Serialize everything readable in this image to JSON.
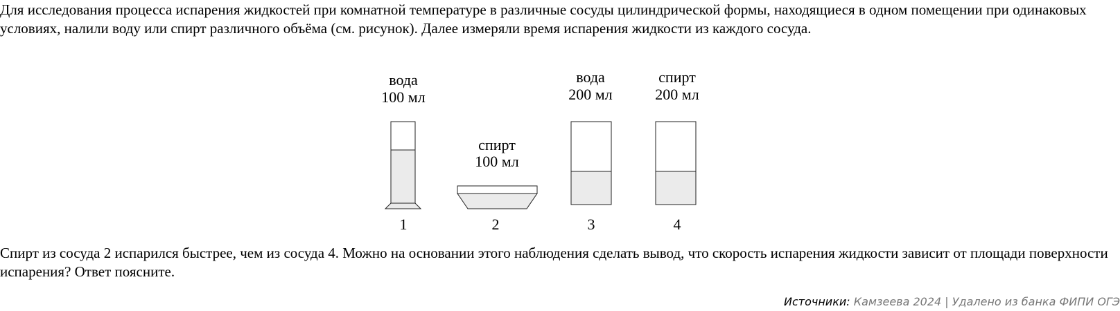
{
  "intro_text": "Для исследования процесса испарения жидкостей при комнатной температуре в различные сосуды цилиндрической формы, находящиеся в одном помещении при одинаковых условиях, налили воду или спирт различного объёма (см. рисунок). Далее измеряли время испарения жидкости из каждого сосуда.",
  "figure": {
    "vessels": [
      {
        "number": "1",
        "liquid": "вода",
        "volume": "100 мл"
      },
      {
        "number": "2",
        "liquid": "спирт",
        "volume": "100 мл"
      },
      {
        "number": "3",
        "liquid": "вода",
        "volume": "200 мл"
      },
      {
        "number": "4",
        "liquid": "спирт",
        "volume": "200 мл"
      }
    ],
    "colors": {
      "liquid_fill": "#ebebeb",
      "outline": "#222222"
    }
  },
  "question_text": "Спирт из сосуда 2 испарился быстрее, чем из сосуда 4. Можно на основании этого наблюдения сделать вывод, что скорость испарения жидкости зависит от площади поверхности испарения? Ответ поясните.",
  "source": {
    "label": "Источники:",
    "value": "Камзеева 2024 | Удалено из банка ФИПИ ОГЭ"
  }
}
